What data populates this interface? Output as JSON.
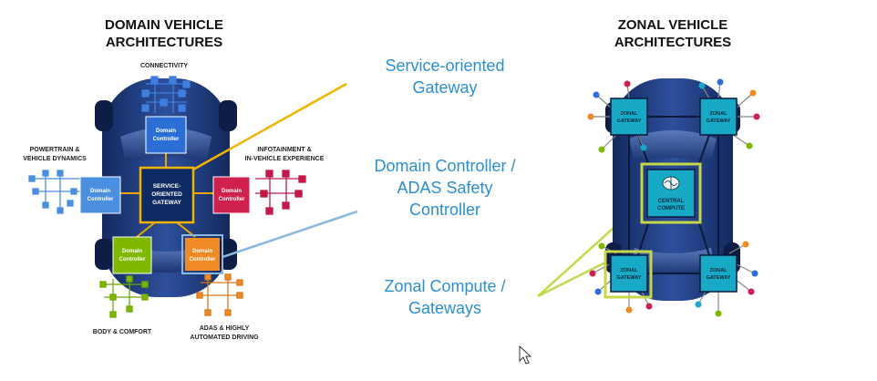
{
  "colors": {
    "car_body": "#1e3a7a",
    "car_dark": "#0f2150",
    "callout_text": "#2b8fd0",
    "gateway_line": "#f0b400",
    "blue_line": "#8ab8e0",
    "zonal_line": "#c5d84a",
    "zonal_box": "#17a9c6",
    "blue_box": "#2b6fd6",
    "red_box": "#d0204e",
    "green_box": "#7fb800",
    "orange_box": "#f08a24",
    "navy_box": "#0d2a62"
  },
  "left": {
    "title_line1": "DOMAIN VEHICLE",
    "title_line2": "ARCHITECTURES",
    "label_connectivity": "CONNECTIVITY",
    "label_powertrain_1": "POWERTRAIN &",
    "label_powertrain_2": "VEHICLE DYNAMICS",
    "label_infotainment_1": "INFOTAINMENT &",
    "label_infotainment_2": "IN-VEHICLE EXPERIENCE",
    "label_body": "BODY & COMFORT",
    "label_adas_1": "ADAS & HIGHLY",
    "label_adas_2": "AUTOMATED DRIVING",
    "domain_controller_1": "Domain",
    "domain_controller_2": "Controller",
    "gateway_1": "SERVICE-",
    "gateway_2": "ORIENTED",
    "gateway_3": "GATEWAY"
  },
  "callouts": {
    "gateway_1": "Service-oriented",
    "gateway_2": "Gateway",
    "domain_1": "Domain Controller /",
    "domain_2": "ADAS Safety",
    "domain_3": "Controller",
    "zonal_1": "Zonal Compute /",
    "zonal_2": "Gateways"
  },
  "right": {
    "title_line1": "ZONAL VEHICLE",
    "title_line2": "ARCHITECTURES",
    "zonal_1": "ZONAL",
    "zonal_2": "GATEWAY",
    "central_1": "CENTRAL",
    "central_2": "COMPUTE"
  }
}
